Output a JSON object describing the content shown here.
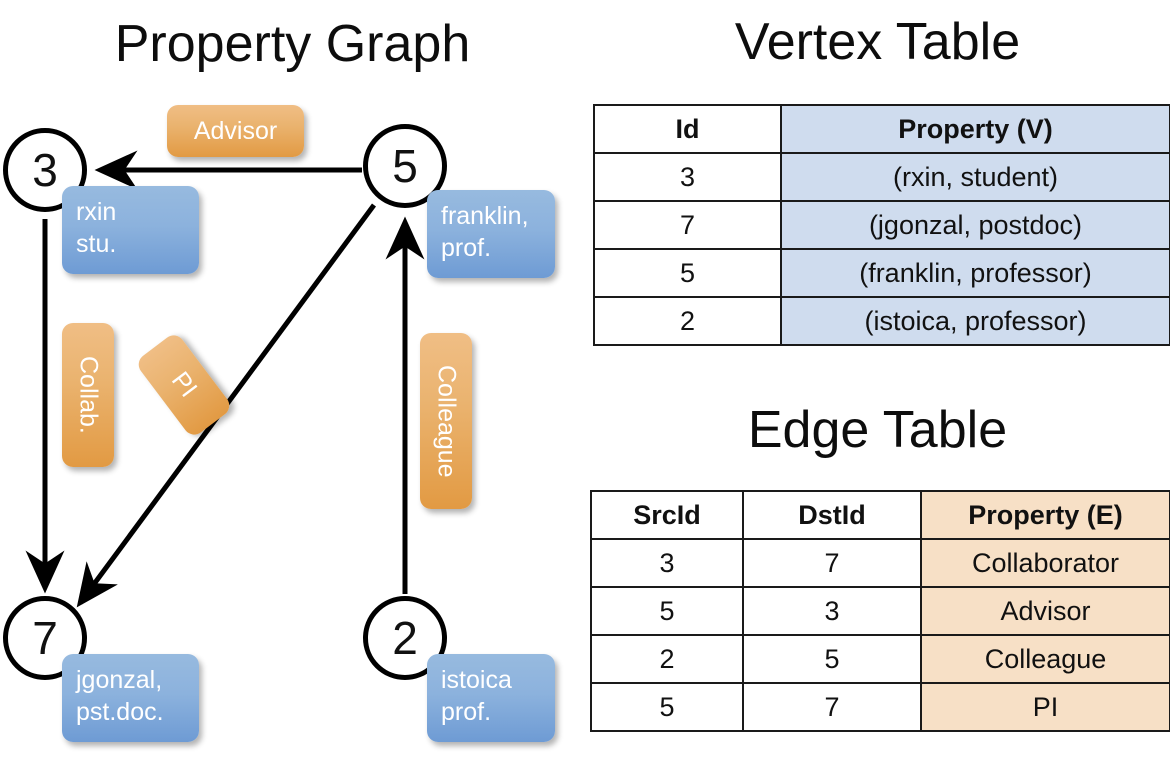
{
  "panels": {
    "graph_title": "Property Graph",
    "vertex_title": "Vertex Table",
    "edge_title": "Edge Table"
  },
  "colors": {
    "vertex_property_fill": "#cfdcee",
    "edge_property_fill": "#f7e0c6",
    "node_label_blue": "#8cb2dd",
    "edge_label_orange": "#eab36f",
    "stroke": "#000000"
  },
  "graph": {
    "nodes": [
      {
        "id": "3",
        "label_lines": [
          "rxin",
          "stu."
        ]
      },
      {
        "id": "5",
        "label_lines": [
          "franklin,",
          "prof."
        ]
      },
      {
        "id": "7",
        "label_lines": [
          "jgonzal,",
          "pst.doc."
        ]
      },
      {
        "id": "2",
        "label_lines": [
          "istoica",
          "prof."
        ]
      }
    ],
    "edge_labels": [
      {
        "name": "advisor",
        "text": "Advisor"
      },
      {
        "name": "collab",
        "text": "Collab."
      },
      {
        "name": "pi",
        "text": "PI"
      },
      {
        "name": "colleague",
        "text": "Colleague"
      }
    ],
    "edges": [
      {
        "src": "5",
        "dst": "3",
        "label": "Advisor"
      },
      {
        "src": "3",
        "dst": "7",
        "label": "Collab."
      },
      {
        "src": "5",
        "dst": "7",
        "label": "PI"
      },
      {
        "src": "2",
        "dst": "5",
        "label": "Colleague"
      }
    ]
  },
  "vertex_table": {
    "headers": [
      "Id",
      "Property (V)"
    ],
    "rows": [
      {
        "id": "3",
        "property": "(rxin, student)"
      },
      {
        "id": "7",
        "property": "(jgonzal, postdoc)"
      },
      {
        "id": "5",
        "property": "(franklin, professor)"
      },
      {
        "id": "2",
        "property": "(istoica, professor)"
      }
    ]
  },
  "edge_table": {
    "headers": [
      "SrcId",
      "DstId",
      "Property (E)"
    ],
    "rows": [
      {
        "src": "3",
        "dst": "7",
        "property": "Collaborator"
      },
      {
        "src": "5",
        "dst": "3",
        "property": "Advisor"
      },
      {
        "src": "2",
        "dst": "5",
        "property": "Colleague"
      },
      {
        "src": "5",
        "dst": "7",
        "property": "PI"
      }
    ]
  }
}
